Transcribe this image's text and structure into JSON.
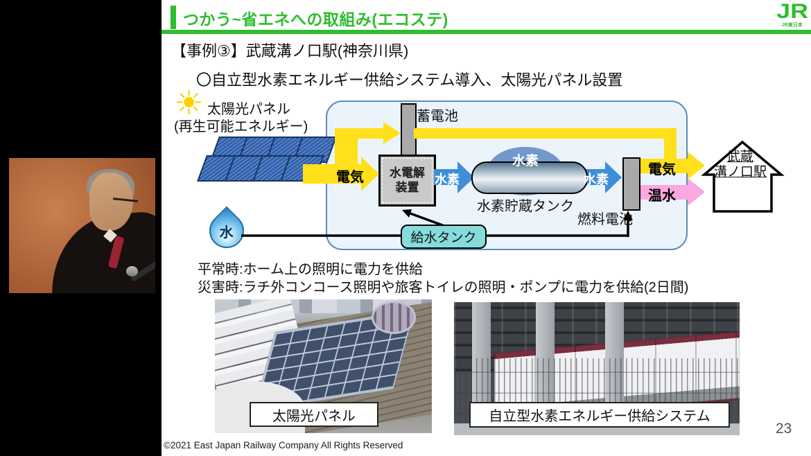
{
  "colors": {
    "accent_green": "#2ebd2e",
    "flow_yellow": "#ffe01a",
    "hydrogen_blue": "#3e8ed8",
    "hot_water_pink": "#f9a8e0",
    "water_tank_cyan": "#85dcda"
  },
  "header": {
    "title": "つかう~省エネへの取組み(エコステ)",
    "logo_text": "JR",
    "logo_subtext": "JR東日本"
  },
  "slide": {
    "case_heading": "【事例③】武蔵溝ノ口駅(神奈川県)",
    "subheading": "〇自立型水素エネルギー供給システム導入、太陽光パネル設置",
    "notes": [
      "平常時:ホーム上の照明に電力を供給",
      "災害時:ラチ外コンコース照明や旅客トイレの照明・ポンプに電力を供給(2日間)"
    ],
    "copyright": "©2021 East Japan Railway Company All Rights Reserved",
    "page_number": "23"
  },
  "diagram": {
    "solar_label": "太陽光パネル",
    "solar_sublabel": "(再生可能エネルギー)",
    "battery_label": "蓄電池",
    "electricity_in_label": "電気",
    "electrolyzer_line1": "水電解",
    "electrolyzer_line2": "装置",
    "hydrogen_label": "水素",
    "hydrogen_cloud_label": "水素",
    "tank_label": "水素貯蔵タンク",
    "fuel_cell_label": "燃料電池",
    "electricity_out_label": "電気",
    "hot_water_label": "温水",
    "station_name_line1": "武蔵",
    "station_name_line2": "溝ノ口駅",
    "water_label": "水",
    "water_tank_label": "給水タンク"
  },
  "photos": [
    {
      "caption": "太陽光パネル"
    },
    {
      "caption": "自立型水素エネルギー供給システム"
    }
  ]
}
